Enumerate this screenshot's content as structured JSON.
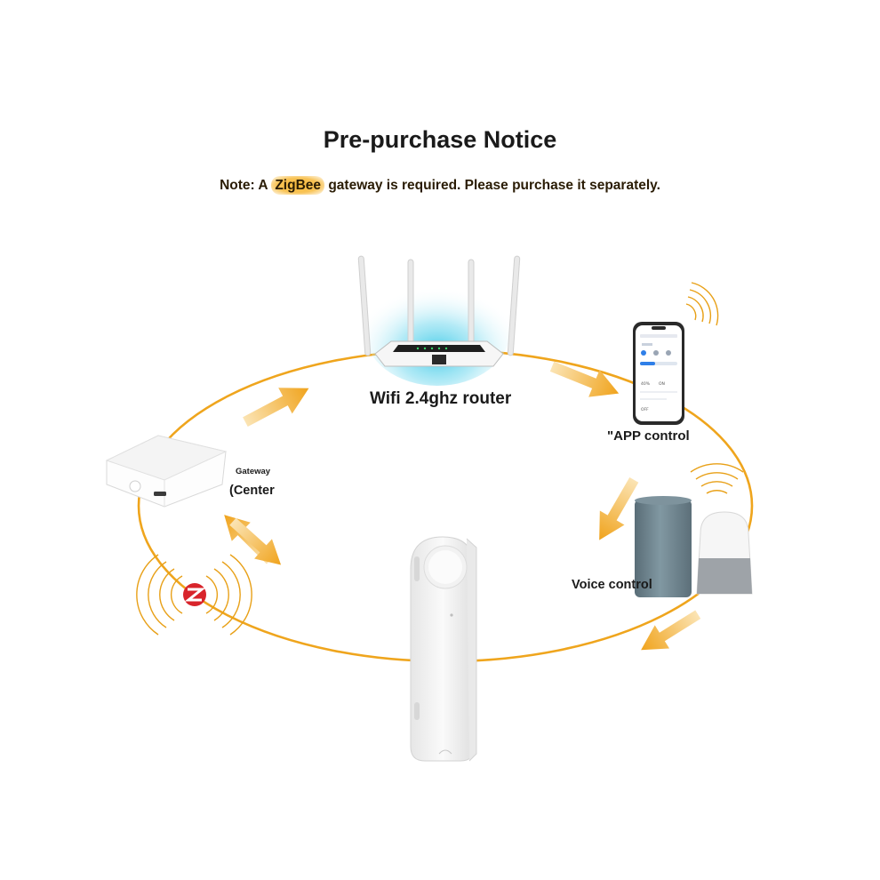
{
  "header": {
    "title": "Pre-purchase Notice",
    "note_prefix": "Note: A ",
    "note_highlight": "ZigBee",
    "note_suffix": " gateway is required. Please purchase it separately."
  },
  "labels": {
    "router": "Wifi 2.4ghz router",
    "app": "\"APP control",
    "gateway_small": "Gateway",
    "gateway_center": "(Center",
    "voice": "Voice control"
  },
  "phone_screen": {
    "toggle_a": "ON",
    "toggle_b": "OFF",
    "percent": "40%"
  },
  "colors": {
    "accent_orange": "#f0a31c",
    "signal_orange": "#e8a017",
    "router_glow": "#38c8e6",
    "zigbee_red": "#d8242b",
    "device_white": "#f4f4f4",
    "speaker_fabric": "#6f8590"
  },
  "icons": [
    "wifi-router-icon",
    "smartphone-icon",
    "smart-speaker-icon",
    "zigbee-gateway-icon",
    "zigbee-logo-icon",
    "doorbell-device-icon",
    "signal-wave-icon",
    "flow-arrow-icon"
  ]
}
